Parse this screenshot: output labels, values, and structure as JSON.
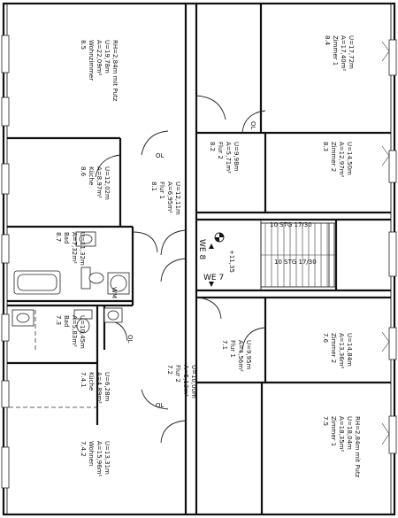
{
  "rooms": {
    "r85": {
      "num": "8.5",
      "name": "Wohnzimmer",
      "area": "A=22,09m²",
      "perimeter": "U=19,78m",
      "height": "RH=2,84m mit Putz"
    },
    "r84": {
      "num": "8.4",
      "name": "Zimmer 1",
      "area": "A=17,40m²",
      "perimeter": "U=17,72m"
    },
    "r82": {
      "num": "8.2",
      "name": "Flur 2",
      "area": "A=5,71m²",
      "perimeter": "U=9,98m"
    },
    "r83": {
      "num": "8.3",
      "name": "Zimmer 2",
      "area": "A=12,97m²",
      "perimeter": "U=14,50m"
    },
    "r86": {
      "num": "8.6",
      "name": "Küche",
      "area": "A=8,97m²",
      "perimeter": "U=12,02m"
    },
    "r81": {
      "num": "8.1",
      "name": "Flur 1",
      "area": "A=6,95m²",
      "perimeter": "U=12,11m"
    },
    "r87": {
      "num": "8.7",
      "name": "Bad",
      "area": "A=7,32m²",
      "perimeter": "U=11,32m"
    },
    "r73": {
      "num": "7.3",
      "name": "Bad",
      "area": "A=5,83m²",
      "perimeter": "U=10,45m"
    },
    "r72": {
      "num": "7.2",
      "name": "Flur 2",
      "area": "A=5,13m²",
      "perimeter": "U=10,00m"
    },
    "r71": {
      "num": "7.1",
      "name": "Flur 1",
      "area": "A=4,56m²",
      "perimeter": "U=9,95m"
    },
    "r76": {
      "num": "7.6",
      "name": "Zimmer 2",
      "area": "A=13,36m²",
      "perimeter": "U=14,84m"
    },
    "r741": {
      "num": "7.4.1",
      "name": "Küche",
      "area": "A=4,89m²",
      "perimeter": "U=6,28m"
    },
    "r742": {
      "num": "7.4.2",
      "name": "Wohnen",
      "area": "A=15,96m²",
      "perimeter": "U=13,31m"
    },
    "r75": {
      "num": "7.5",
      "name": "Zimmer 1",
      "area": "A=18,35m²",
      "perimeter": "U=18,04m",
      "height": "RH=2,84m mit Putz"
    }
  },
  "marks": {
    "ol1": "OL",
    "ol2": "OL",
    "ol3": "OL",
    "ol4": "OL",
    "stair_upper": "10 STG 17/30",
    "stair_lower": "10 STG 17/30",
    "level": "+11,35",
    "we8": "WE 8",
    "we7": "WE 7",
    "wm": "WM"
  }
}
